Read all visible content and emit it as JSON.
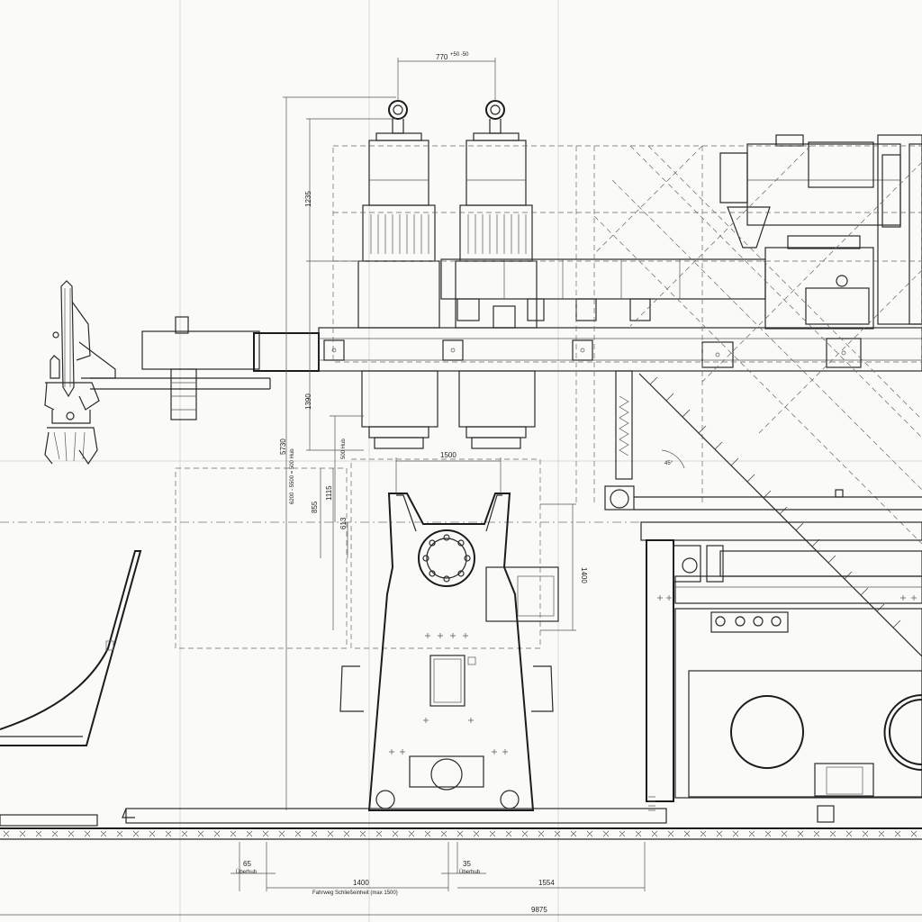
{
  "dimensions": {
    "top_770": "770",
    "top_770_tol": "+50 -50",
    "v_1235": "1235",
    "v_1390": "1390",
    "v_5730": "5730",
    "v_stroke": "6200 - 5500 = 500 Hub",
    "v_500hub": "500 Hub",
    "h_1500": "1500",
    "v_1115": "1115",
    "v_855": "855",
    "v_613": "613",
    "v_1400": "1400",
    "h_65": "65",
    "h_35": "35",
    "h_1400": "1400",
    "h_1554": "1554",
    "h_9875": "9875"
  },
  "labels": {
    "overhub_left": "Überhub",
    "overhub_right": "Überhub",
    "travel": "Fahrweg Schließeinheit (max 1500)"
  },
  "annotations": {
    "angle": "45°"
  }
}
